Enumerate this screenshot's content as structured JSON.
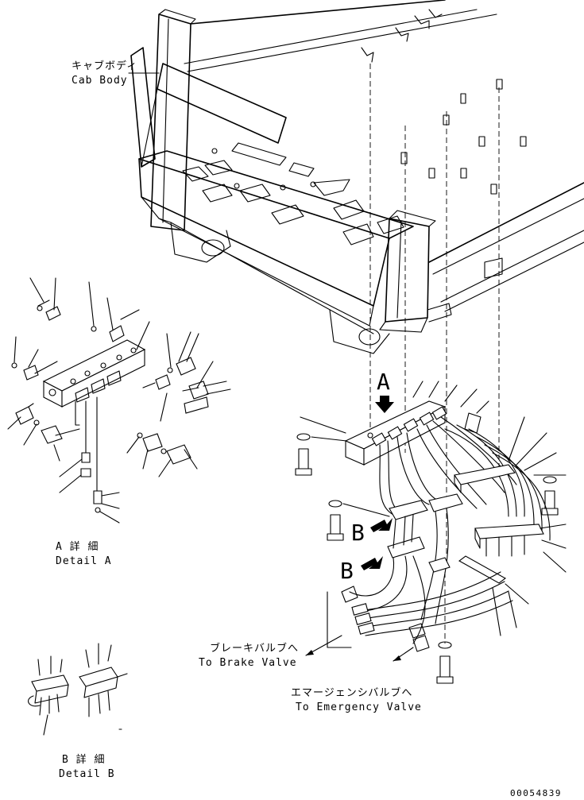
{
  "labels": {
    "cab_body_jp": "キャブボディ",
    "cab_body_en": "Cab Body",
    "detail_a_jp": "A 詳 細",
    "detail_a_en": "Detail A",
    "detail_b_jp": "B 詳 細",
    "detail_b_en": "Detail B",
    "brake_valve_jp": "ブレーキバルブへ",
    "brake_valve_en": "To Brake Valve",
    "emergency_valve_jp": "エマージェンシバルブへ",
    "emergency_valve_en": "To Emergency Valve",
    "view_a": "A",
    "view_b_upper": "B",
    "view_b_lower": "B",
    "drawing_number": "00054839"
  }
}
